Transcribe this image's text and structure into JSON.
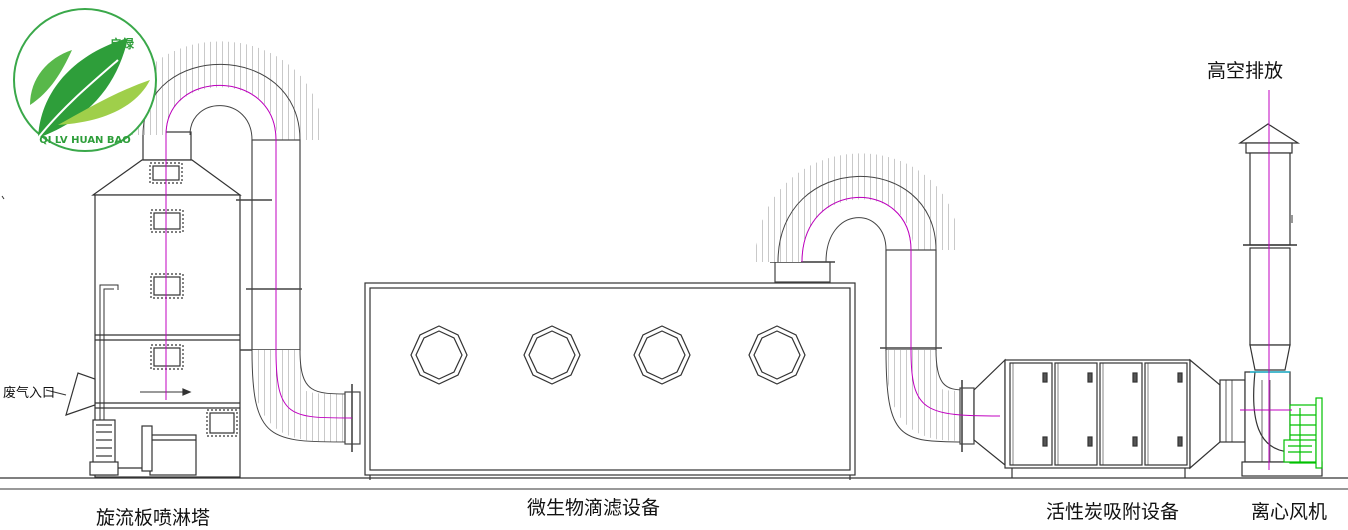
{
  "logo": {
    "brand_cn": "启绿",
    "brand_en": "QI LV HUAN BAO",
    "green_dark": "#2e9e3a",
    "green_light": "#9fcf4a",
    "ring": "#3aa84a"
  },
  "labels": {
    "inlet": "废气入口",
    "exhaust": "高空排放",
    "tower": "旋流板喷淋塔",
    "biofilter": "微生物滴滤设备",
    "carbon": "活性炭吸附设备",
    "fan": "离心风机"
  },
  "colors": {
    "line": "#333333",
    "flow": "#c000c0",
    "fan_green": "#00c000",
    "accent_cyan": "#00b0d0"
  }
}
